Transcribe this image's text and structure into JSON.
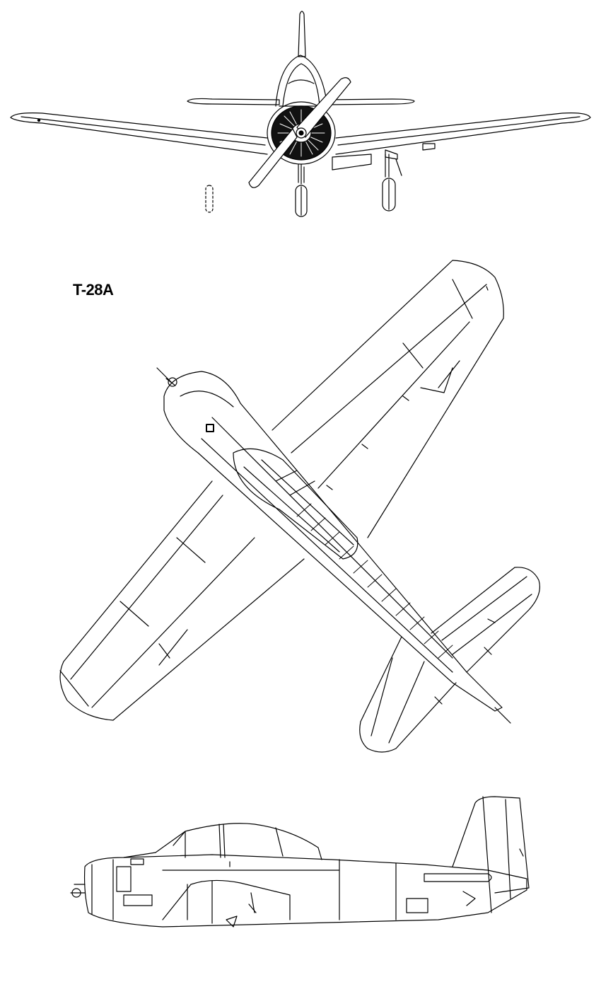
{
  "diagram": {
    "type": "three-view aircraft line drawing",
    "label": "T-28A",
    "views": [
      "front-view",
      "plan-view",
      "side-view"
    ],
    "colors": {
      "line": "#000000",
      "background": "#ffffff"
    }
  }
}
